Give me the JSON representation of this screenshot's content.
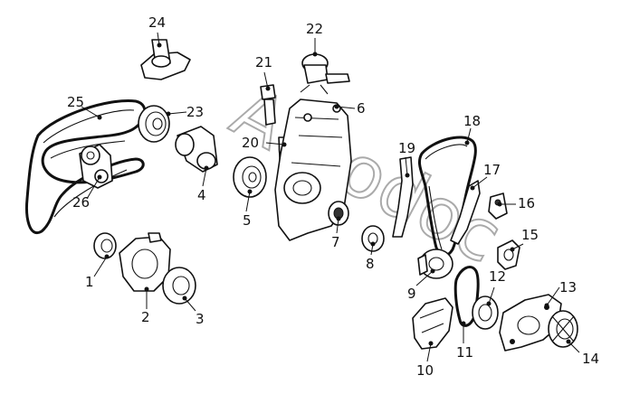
{
  "watermark": "Autodoc",
  "callouts": [
    "1",
    "2",
    "3",
    "4",
    "5",
    "6",
    "7",
    "8",
    "9",
    "10",
    "11",
    "12",
    "13",
    "14",
    "15",
    "16",
    "17",
    "18",
    "19",
    "20",
    "21",
    "22",
    "23",
    "24",
    "25",
    "26"
  ]
}
